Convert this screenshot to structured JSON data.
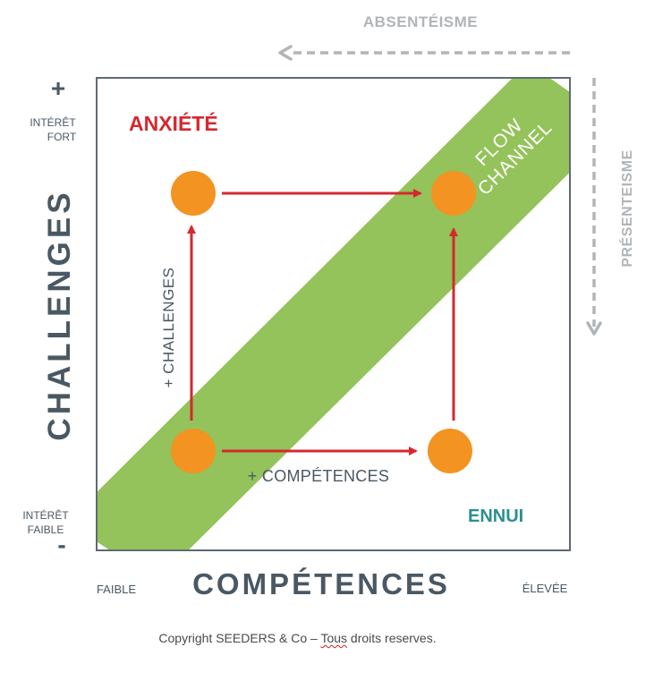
{
  "colors": {
    "axis_text": "#4a5863",
    "frame": "#5f6a72",
    "flow_band": "#93c35a",
    "circle": "#f39321",
    "arrow": "#d6282f",
    "anxiety": "#d6282f",
    "ennui": "#2a8f93",
    "grey_dashed": "#b1b5b8",
    "flow_text": "#ffffff"
  },
  "y_axis": {
    "title": "CHALLENGES",
    "plus": "+",
    "minus": "-",
    "top_label_line1": "INTÉRÊT",
    "top_label_line2": "FORT",
    "bottom_label_line1": "INTÉRÊT",
    "bottom_label_line2": "FAIBLE"
  },
  "x_axis": {
    "title": "COMPÉTENCES",
    "low_label": "FAIBLE",
    "high_label": "ÉLEVÉE"
  },
  "zones": {
    "anxiety": "ANXIÉTÉ",
    "ennui": "ENNUI",
    "flow_line1": "FLOW",
    "flow_line2": "CHANNEL"
  },
  "arrow_labels": {
    "challenges": "+ CHALLENGES",
    "competences": "+ COMPÉTENCES"
  },
  "side_paths": {
    "absenteeism": "ABSENTÉISME",
    "presenteeism": "PRÉSENTEISME"
  },
  "copyright": {
    "prefix": "Copyright SEEDERS & Co – ",
    "underlined": "Tous",
    "suffix": " droits reserves."
  }
}
